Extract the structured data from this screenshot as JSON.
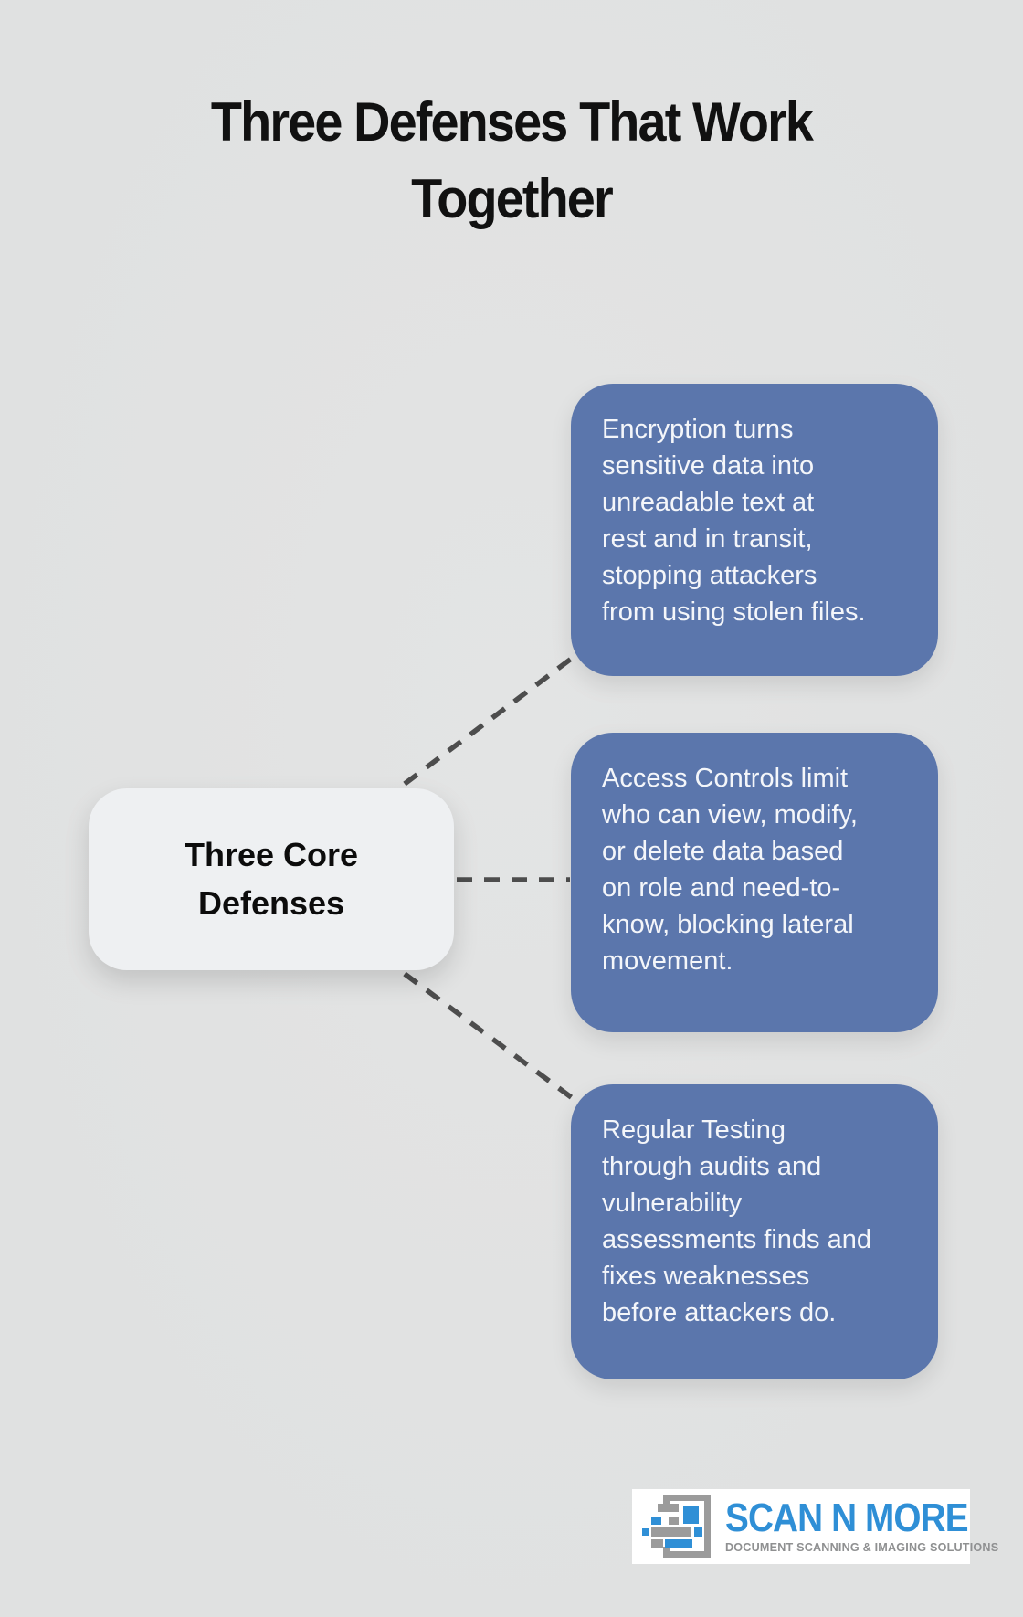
{
  "title": "Three Defenses That Work\nTogether",
  "center_node": {
    "label": "Three Core\nDefenses"
  },
  "defenses": [
    {
      "name": "encryption",
      "text": "Encryption turns\nsensitive data into\nunreadable text at\nrest and in transit,\nstopping attackers\nfrom using stolen files."
    },
    {
      "name": "access-controls",
      "text": "Access Controls limit\nwho can view, modify,\nor delete data based\non role and need-to-\nknow, blocking lateral\nmovement."
    },
    {
      "name": "regular-testing",
      "text": "Regular Testing\nthrough audits and\nvulnerability\nassessments finds and\nfixes weaknesses\nbefore attackers do."
    }
  ],
  "logo": {
    "name": "SCAN N MORE",
    "tagline": "DOCUMENT SCANNING & IMAGING SOLUTIONS"
  },
  "colors": {
    "background": "#e0e1e1",
    "card_blue": "#5b76ac",
    "node_bg": "#eef0f2",
    "connector": "#4d4d4d",
    "title_text": "#111111",
    "card_text": "#f4f6fa",
    "logo_blue": "#2f8fd6",
    "logo_gray": "#9b9b9b"
  }
}
